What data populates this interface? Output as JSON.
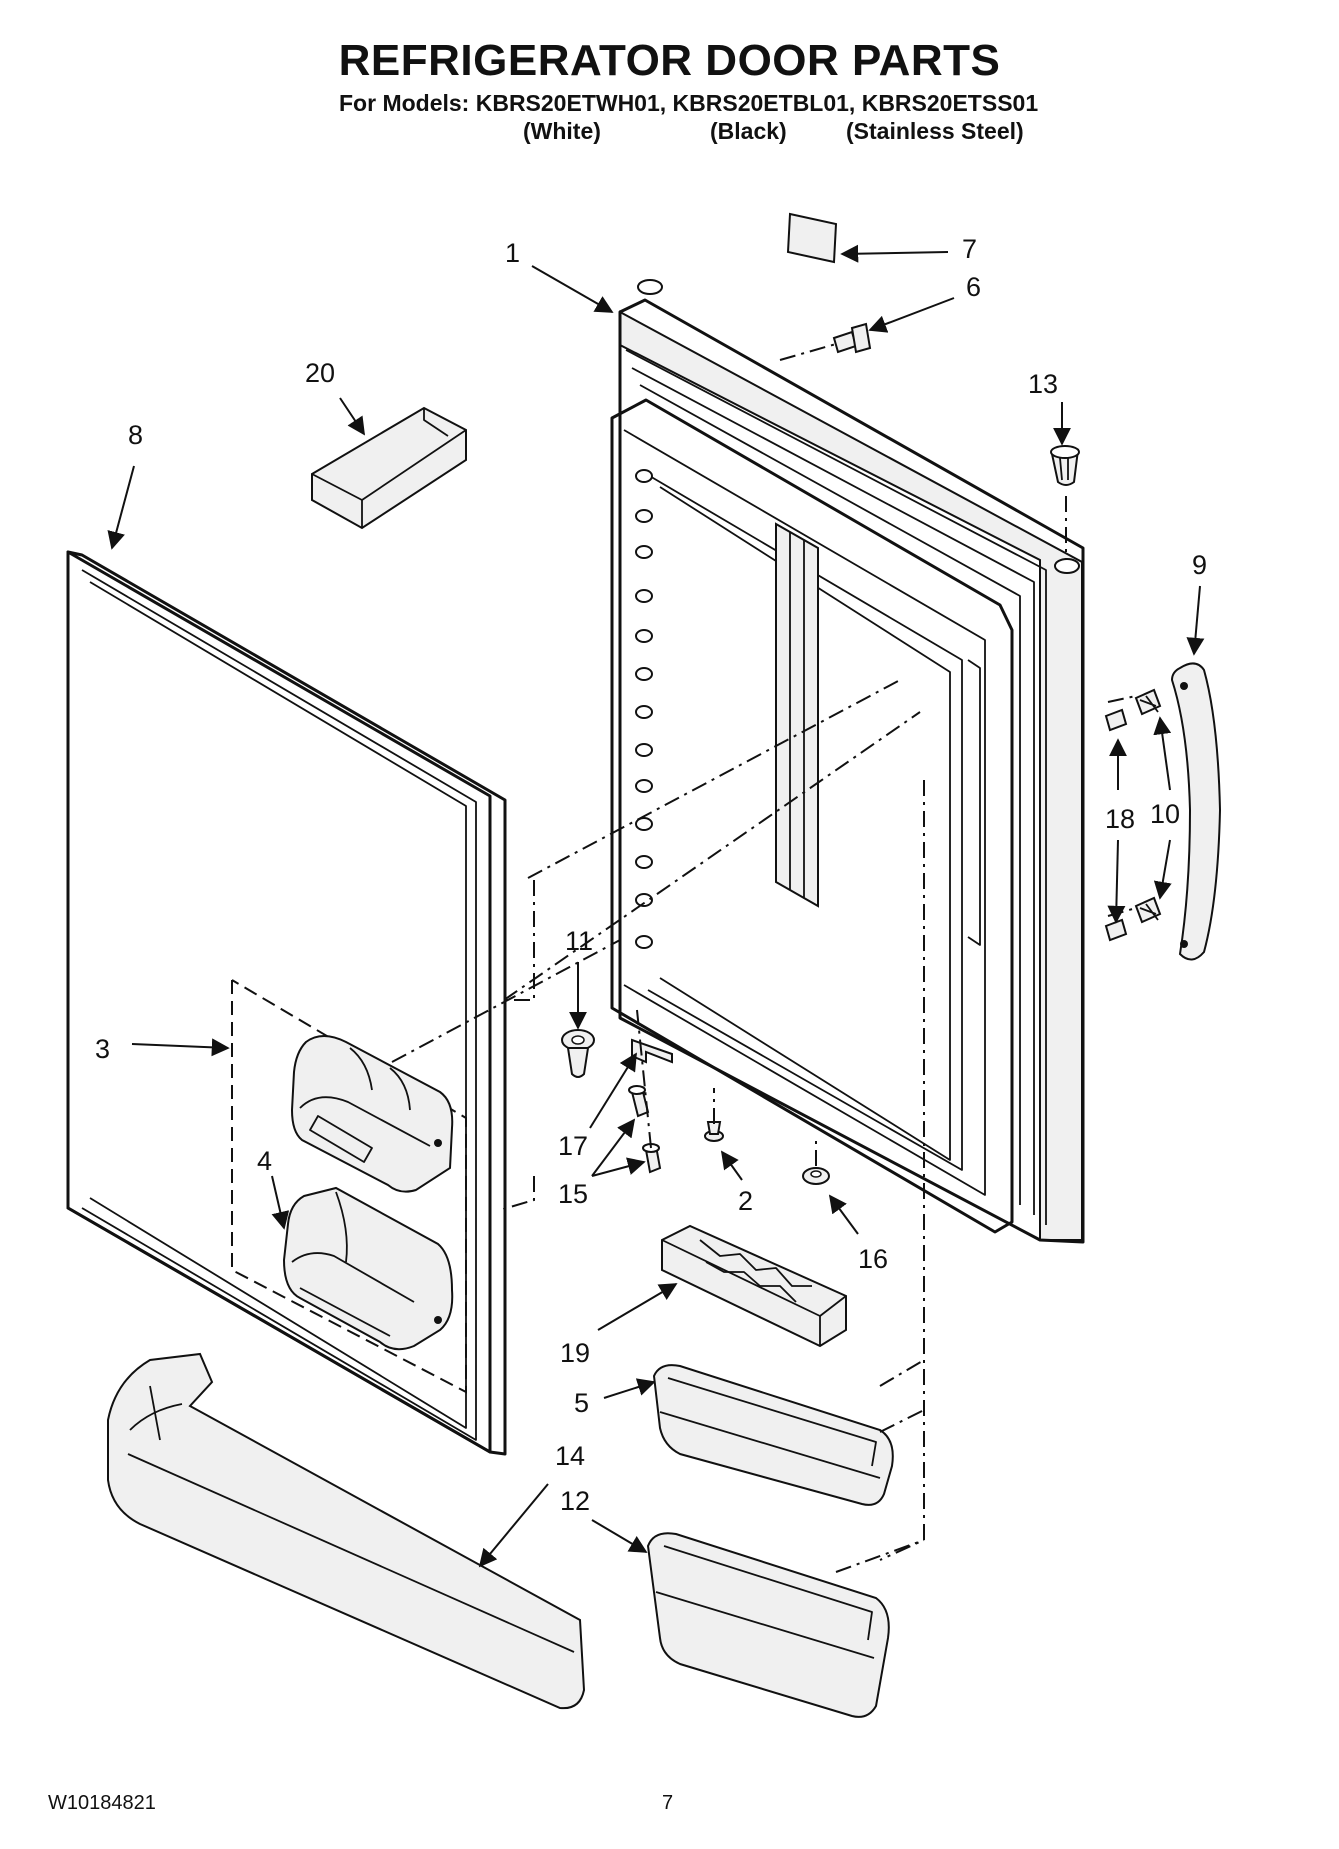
{
  "header": {
    "title": "REFRIGERATOR DOOR PARTS",
    "models": "For Models: KBRS20ETWH01, KBRS20ETBL01, KBRS20ETSS01",
    "variants": [
      "(White)",
      "(Black)",
      "(Stainless Steel)"
    ]
  },
  "callouts": {
    "c1": "1",
    "c2": "2",
    "c3": "3",
    "c4": "4",
    "c5": "5",
    "c6": "6",
    "c7": "7",
    "c8": "8",
    "c9": "9",
    "c10": "10",
    "c11": "11",
    "c12": "12",
    "c13": "13",
    "c14": "14",
    "c15": "15",
    "c16": "16",
    "c17": "17",
    "c18": "18",
    "c19": "19",
    "c20": "20"
  },
  "footer": {
    "doc_number": "W10184821",
    "page_number": "7"
  }
}
